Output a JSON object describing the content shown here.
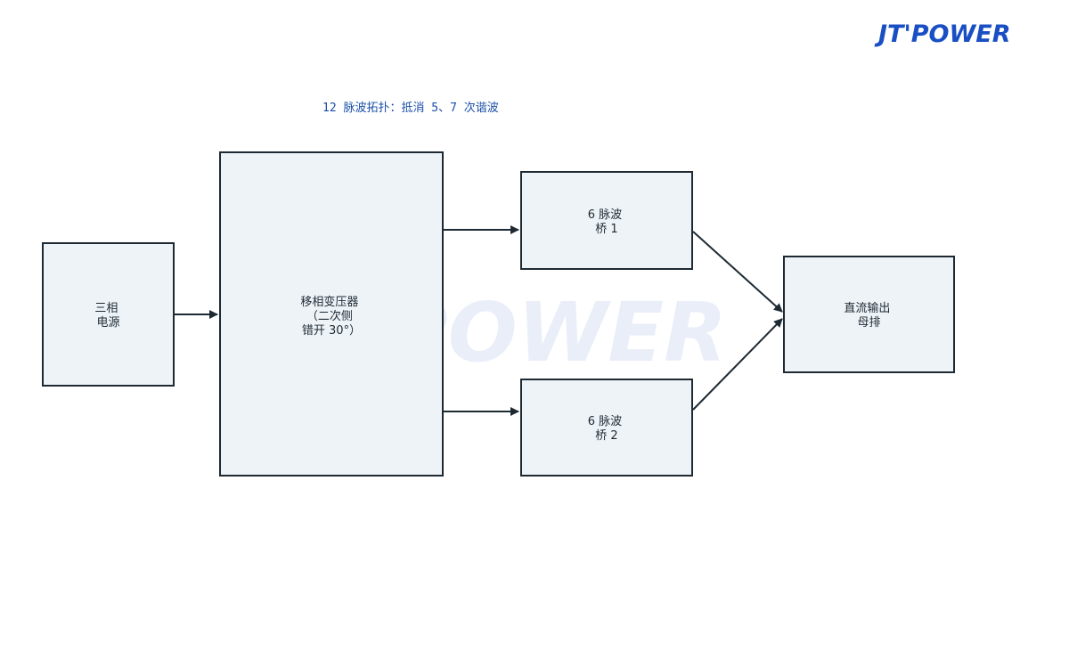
{
  "logo": {
    "text": "JT'POWER",
    "color": "#1a4fc4"
  },
  "watermark": {
    "text": "JT'POWER"
  },
  "diagram": {
    "title": "12 脉波拓扑：抵消 5、7 次谐波",
    "nodes": [
      {
        "id": "source",
        "lines": [
          "三相",
          "电源"
        ]
      },
      {
        "id": "transformer",
        "lines": [
          "移相变压器",
          "（二次侧",
          "错开 30°）"
        ]
      },
      {
        "id": "bridge1",
        "lines": [
          "6 脉波",
          "桥 1"
        ]
      },
      {
        "id": "bridge2",
        "lines": [
          "6 脉波",
          "桥 2"
        ]
      },
      {
        "id": "dcbus",
        "lines": [
          "直流输出",
          "母排"
        ]
      }
    ],
    "edges": [
      {
        "from": "source",
        "to": "transformer"
      },
      {
        "from": "transformer",
        "to": "bridge1"
      },
      {
        "from": "transformer",
        "to": "bridge2"
      },
      {
        "from": "bridge1",
        "to": "dcbus"
      },
      {
        "from": "bridge2",
        "to": "dcbus"
      }
    ]
  }
}
